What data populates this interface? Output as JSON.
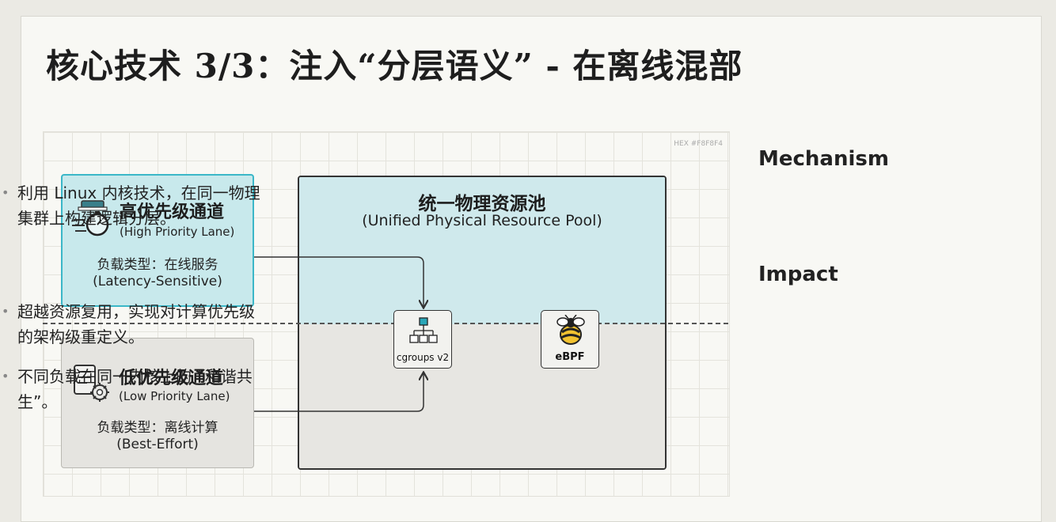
{
  "title": "核心技术 3/3：注入“分层语义” - 在离线混部",
  "canvas": {
    "hex_label": "HEX #F8F8F4"
  },
  "high_lane": {
    "title": "高优先级通道",
    "subtitle": "(High Priority Lane)",
    "type": "负载类型：在线服务",
    "type_en": "(Latency-Sensitive)",
    "icon": "stopwatch-lane-icon",
    "color": "#c8e9ec"
  },
  "low_lane": {
    "title": "低优先级通道",
    "subtitle": "(Low Priority Lane)",
    "type": "负载类型：离线计算",
    "type_en": "(Best-Effort)",
    "icon": "server-gear-icon",
    "color": "#e5e4e0"
  },
  "pool": {
    "title": "统一物理资源池",
    "subtitle": "(Unified Physical Resource Pool)"
  },
  "nodes": {
    "cgroups": {
      "label": "cgroups v2",
      "icon": "hierarchy-icon"
    },
    "ebpf": {
      "label": "eBPF",
      "icon": "bee-icon"
    }
  },
  "mechanism": {
    "heading": "Mechanism",
    "bullets": [
      "利用 Linux 内核技术，在同一物理集群上构建逻辑分层。"
    ]
  },
  "impact": {
    "heading": "Impact",
    "bullets": [
      "超越资源复用，实现对计算优先级的架构级重定义。",
      "不同负载在同一内核上的 “和谐共生”。"
    ]
  }
}
